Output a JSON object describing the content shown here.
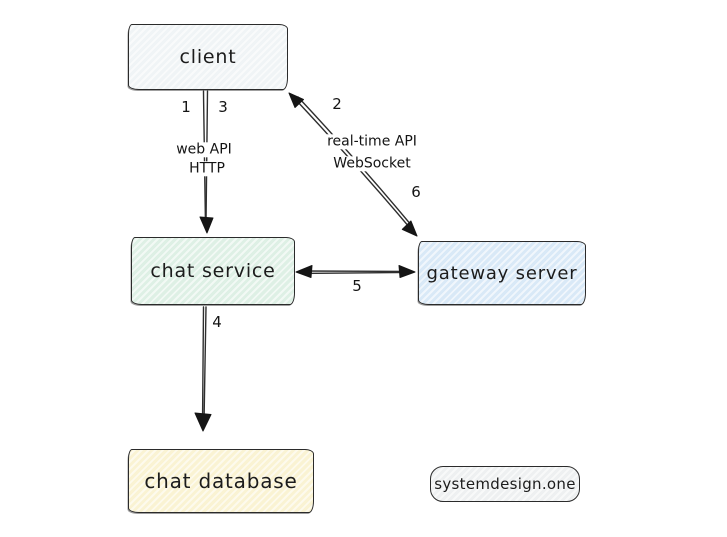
{
  "diagram": {
    "background": "#ffffff",
    "stroke_color": "#2e2e2e",
    "nodes": {
      "client": {
        "label": "client",
        "fill": "#f0f4f6"
      },
      "chat_service": {
        "label": "chat service",
        "fill": "#def0e5"
      },
      "gateway_server": {
        "label": "gateway server",
        "fill": "#d9e9f7"
      },
      "chat_database": {
        "label": "chat database",
        "fill": "#faf3d3"
      },
      "watermark": {
        "label": "systemdesign.one",
        "fill": "#eef0f1"
      }
    },
    "edges": {
      "http_link": {
        "step_request": "1",
        "step_response": "3",
        "protocol_line1": "web API",
        "protocol_line2": "HTTP"
      },
      "websocket_link": {
        "step_to_client": "2",
        "step_to_gateway": "6",
        "protocol_line1": "real-time API",
        "protocol_line2": "WebSocket"
      },
      "chat_service_to_gateway": {
        "step": "5"
      },
      "chat_service_to_database": {
        "step": "4"
      }
    }
  }
}
